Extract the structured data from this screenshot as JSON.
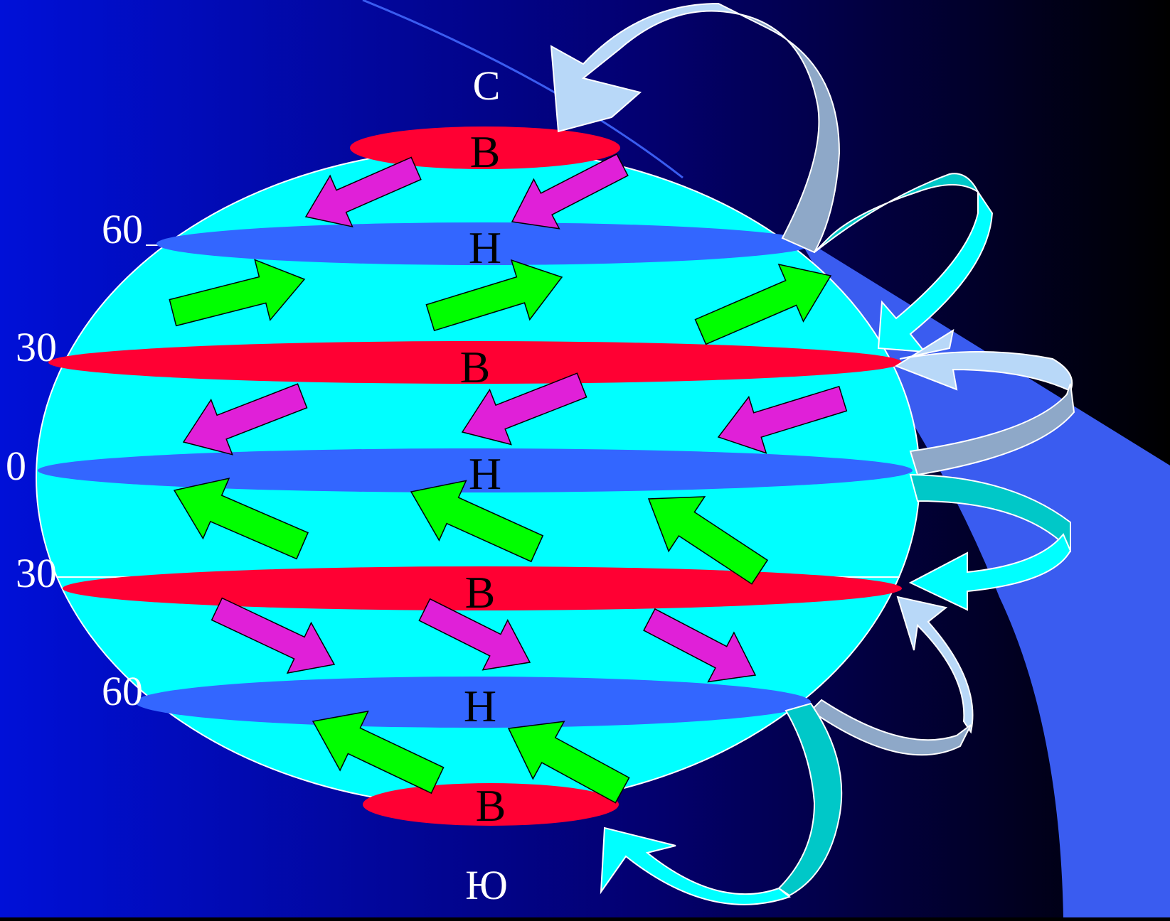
{
  "labels": {
    "north": "С",
    "south": "Ю",
    "lat_60_north": "60",
    "lat_30_north": "30",
    "lat_0": "0",
    "lat_30_south": "30",
    "lat_60_south": "60"
  },
  "belts": [
    {
      "key": "polar_north",
      "pressure": "В",
      "type": "high"
    },
    {
      "key": "subpolar_north",
      "pressure": "Н",
      "type": "low"
    },
    {
      "key": "subtropic_north",
      "pressure": "В",
      "type": "high"
    },
    {
      "key": "equator",
      "pressure": "Н",
      "type": "low"
    },
    {
      "key": "subtropic_south",
      "pressure": "В",
      "type": "high"
    },
    {
      "key": "subpolar_south",
      "pressure": "Н",
      "type": "low"
    },
    {
      "key": "polar_south",
      "pressure": "В",
      "type": "high"
    }
  ],
  "colors": {
    "background_left": "#0010d8",
    "background_right": "#000000",
    "globe": "#00ffff",
    "high_pressure": "#ff0033",
    "low_pressure": "#3366ff",
    "wind_green": "#00ff00",
    "wind_magenta": "#e020d8",
    "cell_grey": "#8ea8c8",
    "cell_light": "#b8d8f8",
    "cell_teal": "#00c8c8",
    "sun_ray": "#3a5cf0",
    "text": "#ffffff",
    "belt_text": "#000000"
  },
  "icons": {
    "wind": "arrow-icon",
    "circulation": "curved-arrow-icon"
  }
}
